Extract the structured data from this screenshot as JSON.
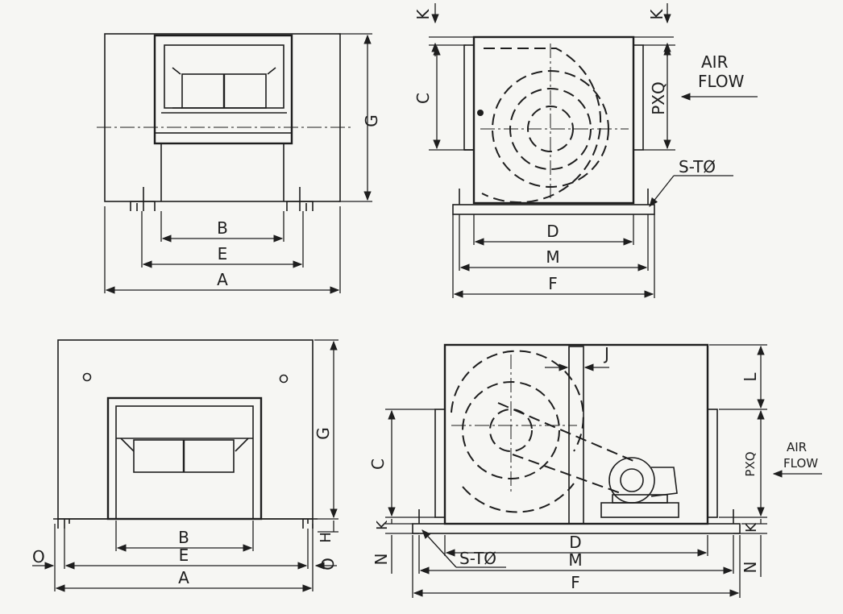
{
  "labels": {
    "A": "A",
    "B": "B",
    "C": "C",
    "D": "D",
    "E": "E",
    "F": "F",
    "G": "G",
    "H": "H",
    "J": "J",
    "K": "K",
    "L": "L",
    "M": "M",
    "N": "N",
    "O": "O",
    "pxq": "PXQ",
    "stphi": "S-TØ",
    "air": "AIR",
    "flow": "FLOW"
  },
  "colors": {
    "ink": "#1e1e1e",
    "paper": "#f6f6f3"
  }
}
